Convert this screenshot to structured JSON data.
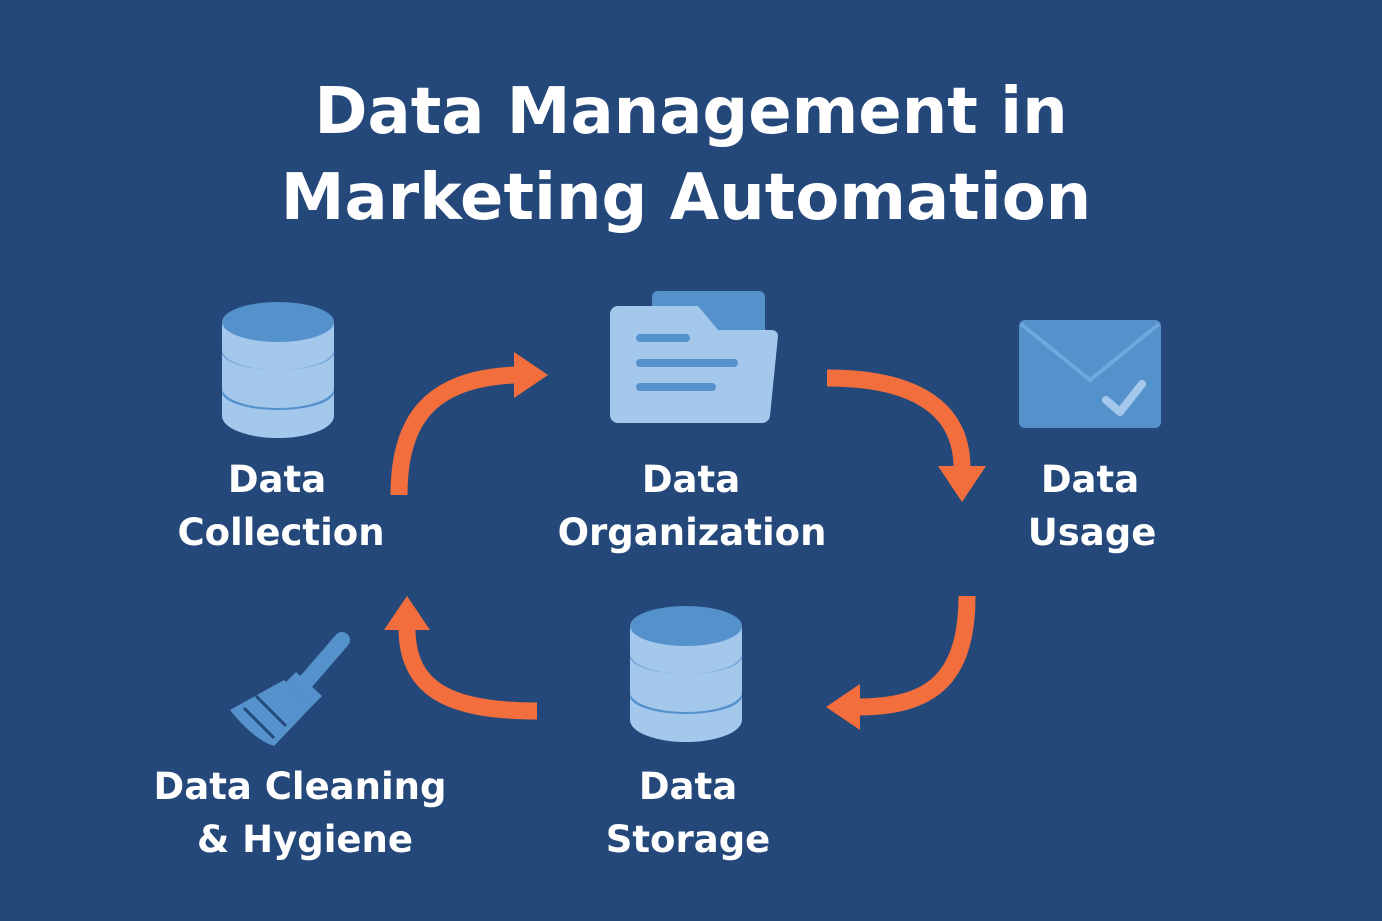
{
  "title": {
    "line1": "Data Management in",
    "line2": "Marketing Automation"
  },
  "nodes": {
    "collection": {
      "line1": "Data",
      "line2": "Collection",
      "icon": "database-icon"
    },
    "organization": {
      "line1": "Data",
      "line2": "Organization",
      "icon": "folder-icon"
    },
    "usage": {
      "line1": "Data",
      "line2": "Usage",
      "icon": "envelope-check-icon"
    },
    "storage": {
      "line1": "Data",
      "line2": "Storage",
      "icon": "database-icon"
    },
    "cleaning": {
      "line1": "Data Cleaning",
      "line2": "& Hygiene",
      "icon": "broom-icon"
    }
  },
  "colors": {
    "background": "#24487a",
    "icon_light": "#a4c8ec",
    "icon_mid": "#5592cc",
    "arrow": "#f26e3c"
  }
}
